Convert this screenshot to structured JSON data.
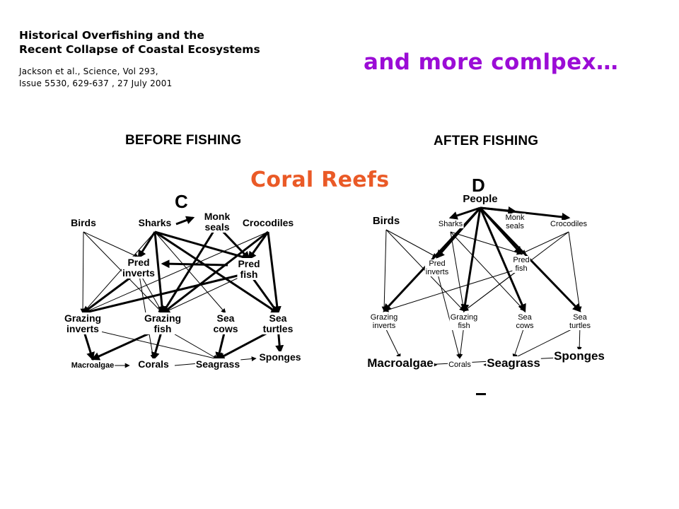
{
  "reference": {
    "title_line1": "Historical Overfishing and the",
    "title_line2": "Recent Collapse of Coastal Ecosystems",
    "citation_line1": "Jackson et al., Science, Vol 293,",
    "citation_line2": "Issue 5530, 629-637 , 27 July 2001"
  },
  "headline": "and more comlpex…",
  "figure": {
    "before_label": "BEFORE FISHING",
    "after_label": "AFTER FISHING",
    "ecosystem_label": "Coral Reefs",
    "panel_c": "C",
    "panel_d": "D"
  },
  "before_web": {
    "nodes": {
      "birds": [
        "Birds"
      ],
      "sharks": [
        "Sharks"
      ],
      "monk_seals": [
        "Monk",
        "seals"
      ],
      "crocodiles": [
        "Crocodiles"
      ],
      "pred_inverts": [
        "Pred",
        "inverts"
      ],
      "pred_fish": [
        "Pred",
        "fish"
      ],
      "grazing_inverts": [
        "Grazing",
        "inverts"
      ],
      "grazing_fish": [
        "Grazing",
        "fish"
      ],
      "sea_cows": [
        "Sea",
        "cows"
      ],
      "sea_turtles": [
        "Sea",
        "turtles"
      ],
      "macroalgae": [
        "Macroalgae"
      ],
      "corals": [
        "Corals"
      ],
      "seagrass": [
        "Seagrass"
      ],
      "sponges": [
        "Sponges"
      ]
    }
  },
  "after_web": {
    "nodes": {
      "people": [
        "People"
      ],
      "birds": [
        "Birds"
      ],
      "sharks": [
        "Sharks"
      ],
      "monk_seals": [
        "Monk",
        "seals"
      ],
      "crocodiles": [
        "Crocodiles"
      ],
      "pred_inverts": [
        "Pred",
        "inverts"
      ],
      "pred_fish": [
        "Pred",
        "fish"
      ],
      "grazing_inverts": [
        "Grazing",
        "inverts"
      ],
      "grazing_fish": [
        "Grazing",
        "fish"
      ],
      "sea_cows": [
        "Sea",
        "cows"
      ],
      "sea_turtles": [
        "Sea",
        "turtles"
      ],
      "macroalgae": [
        "Macroalgae"
      ],
      "corals": [
        "Corals"
      ],
      "seagrass": [
        "Seagrass"
      ],
      "sponges": [
        "Sponges"
      ]
    }
  },
  "colors": {
    "headline": "#9b0cd6",
    "ecosystem_label": "#ea5a27",
    "ink": "#000000"
  }
}
